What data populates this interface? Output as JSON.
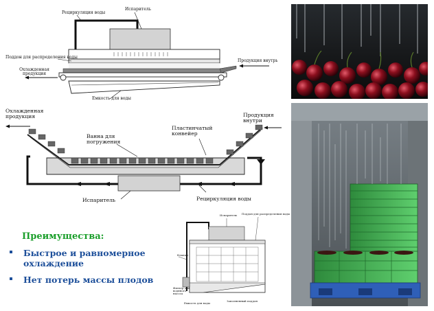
{
  "top_diagram": {
    "recirculation": "Рециркуляция воды",
    "evaporator": "Испаритель",
    "tray": "Поддон для распределения воды",
    "product_in": "Продукция внутрь",
    "chilled_product": "Охлажденная продукция",
    "water_tank": "Емкость для воды"
  },
  "middle_diagram": {
    "chilled_product": "Охлажденная продукция",
    "product_in": "Продукция внутри",
    "bath": "Ванна для погружения",
    "conveyor": "Пластинчатый конвейер",
    "evaporator": "Испаритель",
    "recirculation": "Рециркуляция воды"
  },
  "small_diagram": {
    "evaporator": "Испаритель",
    "tray": "Поддон для распределения воды",
    "valve": "Клапан",
    "filter": "Фильтр для водяного насоса",
    "water_tank": "Емкость для воды",
    "pallet": "Заполненный поддон"
  },
  "advantages": {
    "title": "Преимущества:",
    "items": [
      "Быстрое и равномерное охлаждение",
      "Нет потерь массы плодов"
    ],
    "item_lines": [
      [
        "Быстрое и равномерное",
        "охлаждение"
      ],
      [
        "Нет потерь массы плодов"
      ]
    ]
  },
  "colors": {
    "title_green": "#1a9e2a",
    "text_blue": "#1d4f9a"
  }
}
